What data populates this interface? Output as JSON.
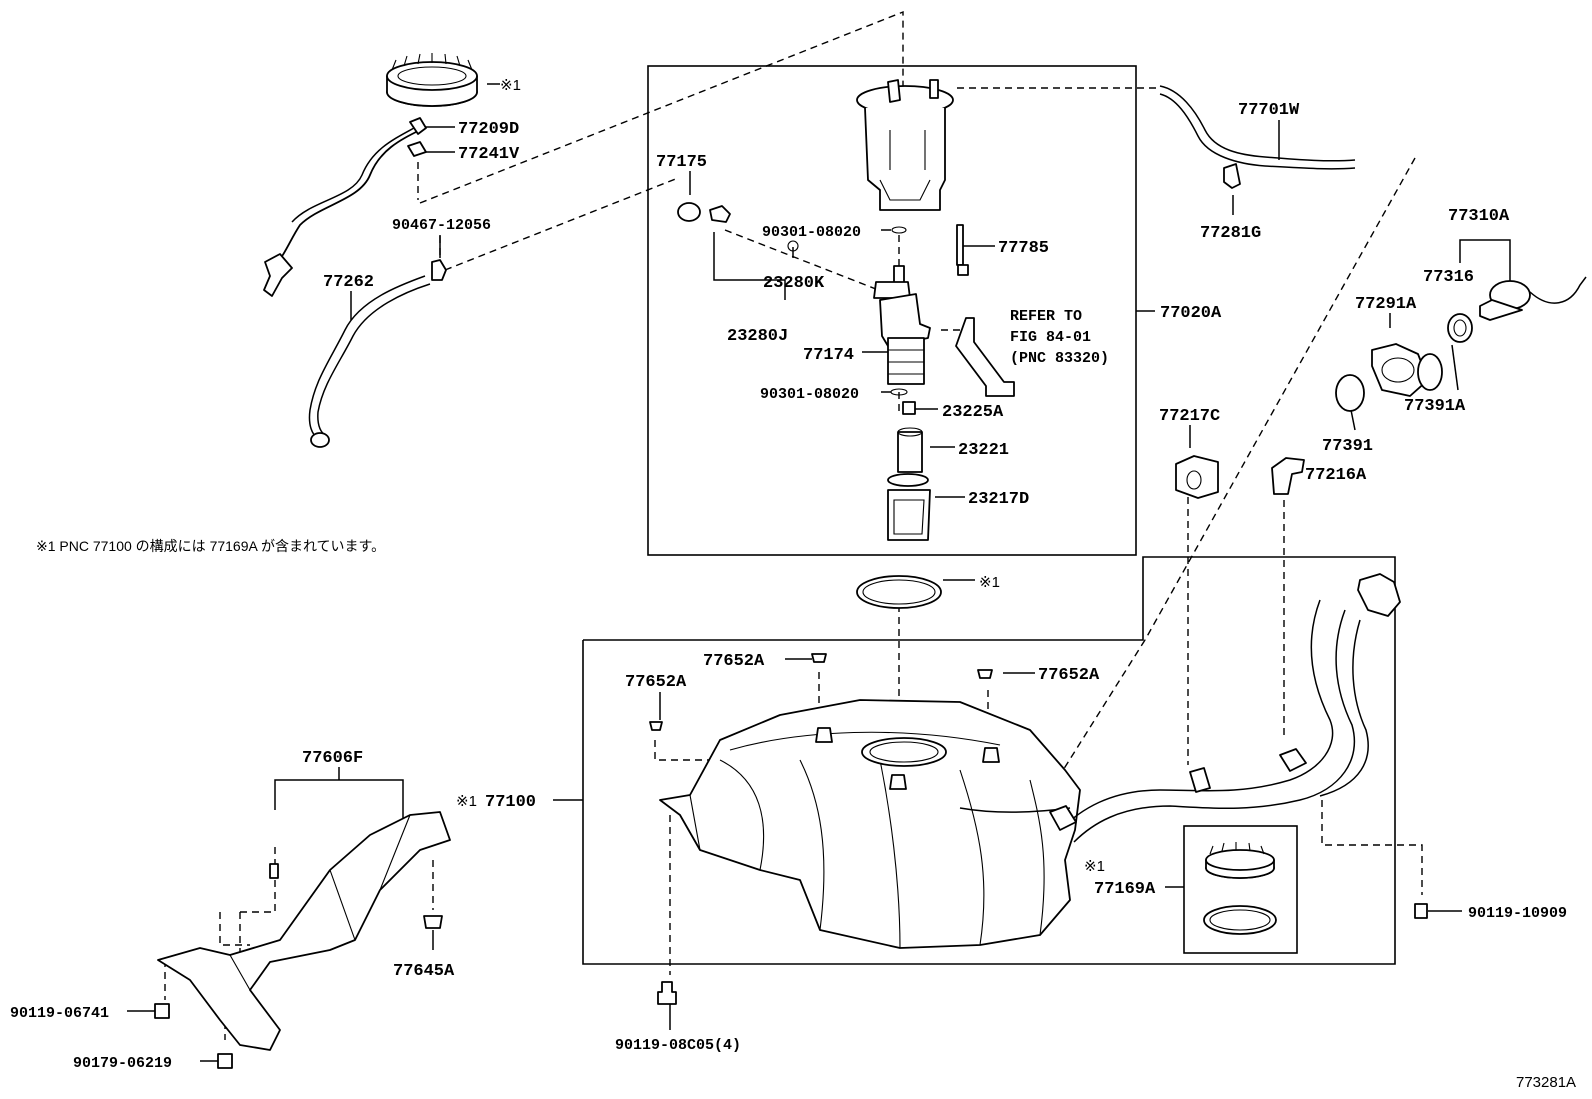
{
  "note": "※1 PNC 77100 の構成には 77169A が含まれています。",
  "figure_id": "773281A",
  "refer": {
    "line1": "REFER TO",
    "line2": "FIG 84-01",
    "line3": "(PNC 83320)"
  },
  "labels": {
    "p77209D": "77209D",
    "p77241V": "77241V",
    "p90467_12056": "90467-12056",
    "p77262": "77262",
    "p77175": "77175",
    "p90301_08020_a": "90301-08020",
    "p23280K": "23280K",
    "p23280J": "23280J",
    "p77174": "77174",
    "p90301_08020_b": "90301-08020",
    "p23225A": "23225A",
    "p23221": "23221",
    "p23217D": "23217D",
    "p77785": "77785",
    "p77020A": "77020A",
    "p77701W": "77701W",
    "p77281G": "77281G",
    "p77310A": "77310A",
    "p77316": "77316",
    "p77291A": "77291A",
    "p77391A": "77391A",
    "p77391": "77391",
    "p77217C": "77217C",
    "p77216A": "77216A",
    "p77652A_a": "77652A",
    "p77652A_b": "77652A",
    "p77652A_c": "77652A",
    "p77100": "77100",
    "p77100_mark": "※1",
    "p77169A": "77169A",
    "p77169A_mark": "※1",
    "p90119_10909": "90119-10909",
    "p90119_08C05": "90119-08C05(4)",
    "p77606F": "77606F",
    "p77645A": "77645A",
    "p90119_06741": "90119-06741",
    "p90179_06219": "90179-06219",
    "gasket_mark": "※1",
    "ring_mark": "※1"
  }
}
